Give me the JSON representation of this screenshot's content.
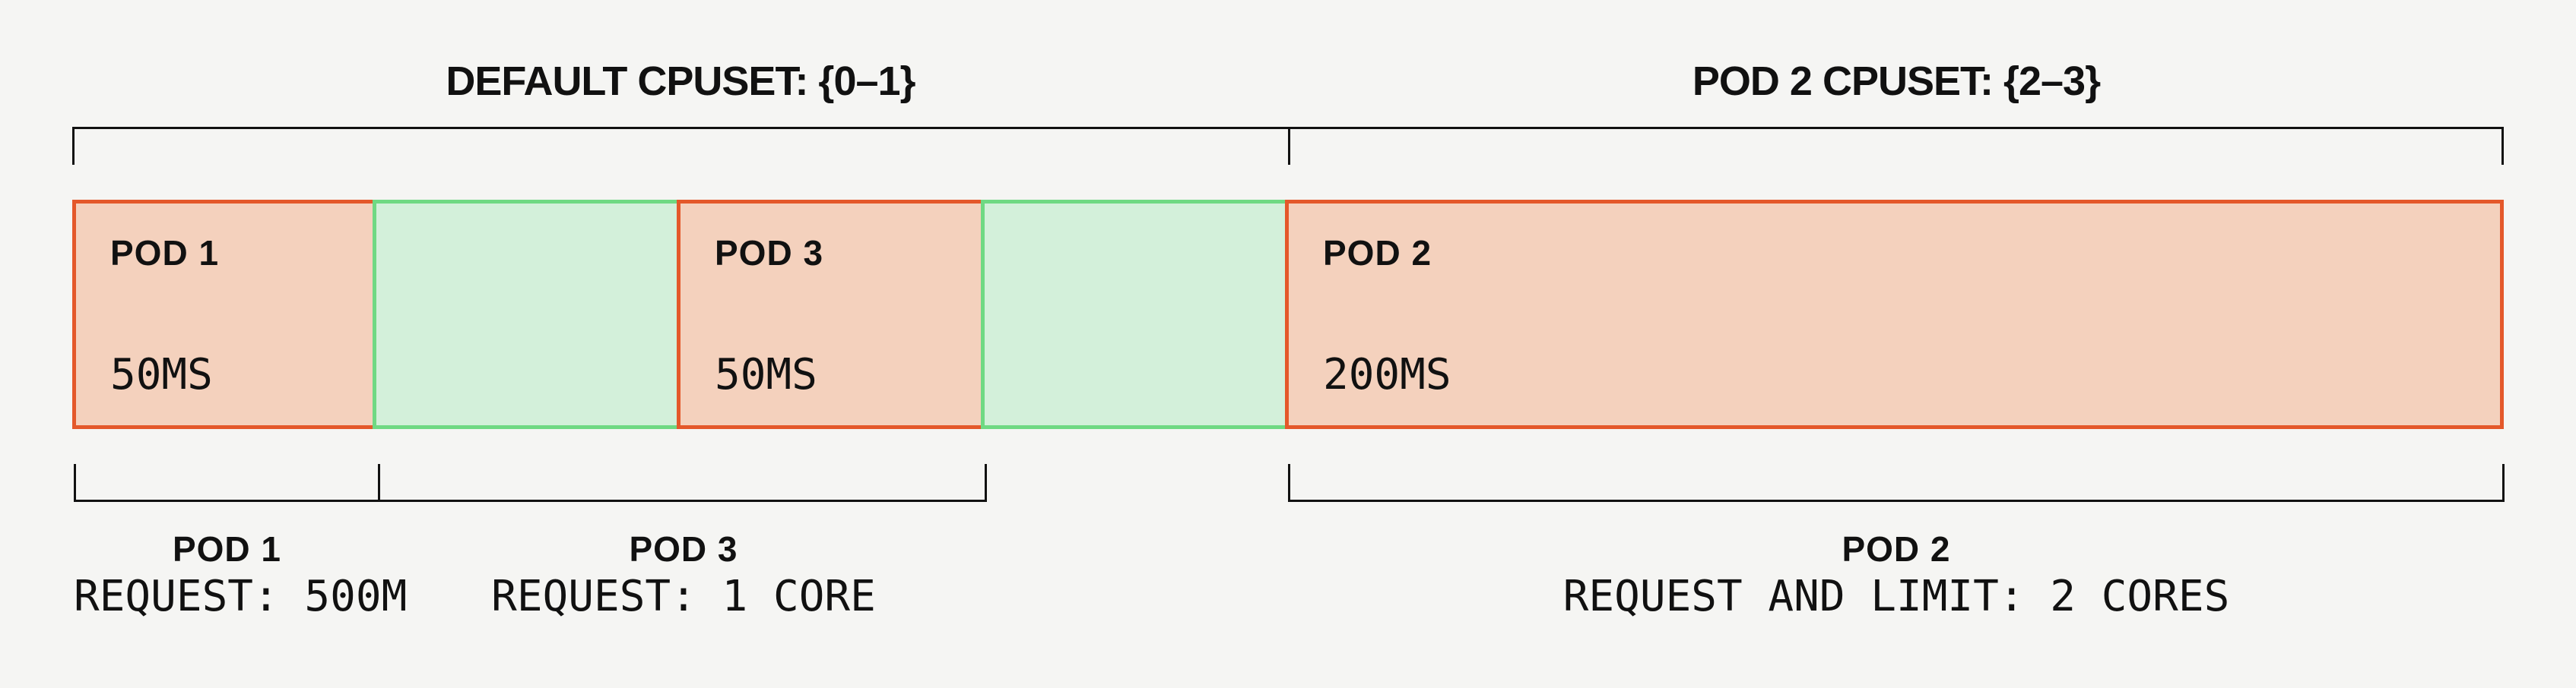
{
  "page": {
    "background": "#f5f5f3",
    "line_color": "#111111",
    "text_color": "#111111"
  },
  "colors": {
    "pod_fill": "#f4d1bd",
    "pod_border": "#e4582a",
    "free_fill": "#d3f0da",
    "free_border": "#6fd983"
  },
  "cpusets": [
    {
      "label": "DEFAULT CPUSET: {0–1}"
    },
    {
      "label": "POD 2 CPUSET: {2–3}"
    }
  ],
  "segments": [
    {
      "kind": "pod",
      "name": "POD 1",
      "usage": "50MS"
    },
    {
      "kind": "free"
    },
    {
      "kind": "pod",
      "name": "POD 3",
      "usage": "50MS"
    },
    {
      "kind": "free"
    },
    {
      "kind": "pod",
      "name": "POD 2",
      "usage": "200MS"
    }
  ],
  "requests": [
    {
      "pod": "POD 1",
      "detail": "REQUEST: 500M"
    },
    {
      "pod": "POD 3",
      "detail": "REQUEST: 1 CORE"
    },
    {
      "pod": "POD 2",
      "detail": "REQUEST AND LIMIT: 2 CORES"
    }
  ]
}
